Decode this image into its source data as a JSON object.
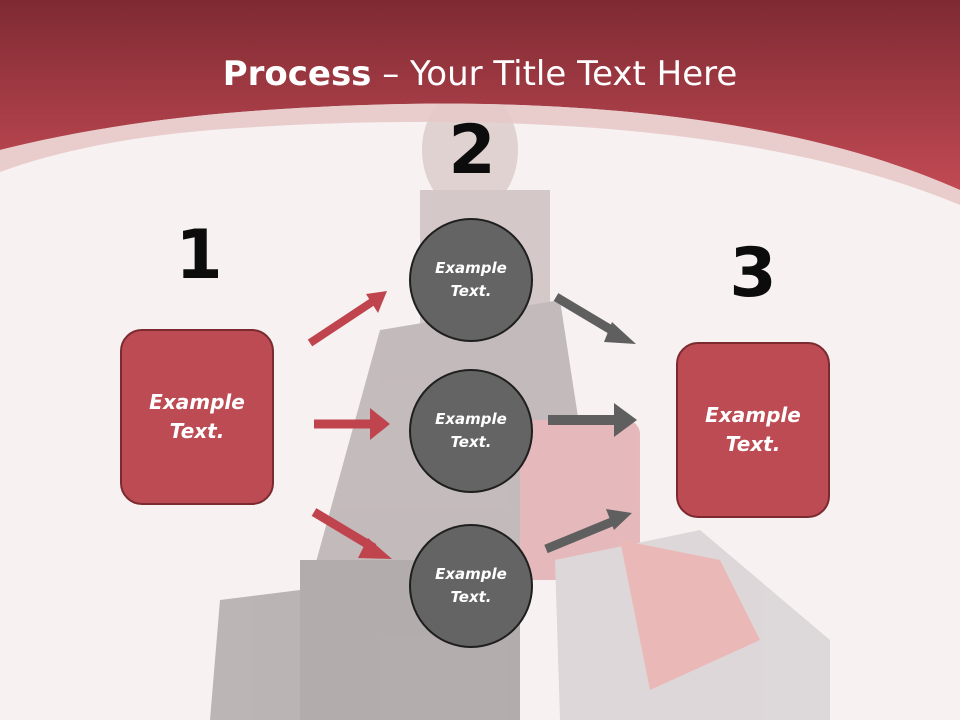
{
  "slide": {
    "title_bold": "Process",
    "title_rest": " – Your Title Text Here"
  },
  "steps": [
    {
      "number": "1",
      "box_text_line1": "Example",
      "box_text_line2": "Text."
    },
    {
      "number": "2"
    },
    {
      "number": "3",
      "box_text_line1": "Example",
      "box_text_line2": "Text."
    }
  ],
  "circles": [
    {
      "line1": "Example",
      "line2": "Text."
    },
    {
      "line1": "Example",
      "line2": "Text."
    },
    {
      "line1": "Example",
      "line2": "Text."
    }
  ],
  "colors": {
    "header": "#b8464f",
    "box_fill": "#bd4b53",
    "circle_fill": "#646464",
    "arrow_red": "#c0444e",
    "arrow_gray": "#5f5f5f"
  }
}
